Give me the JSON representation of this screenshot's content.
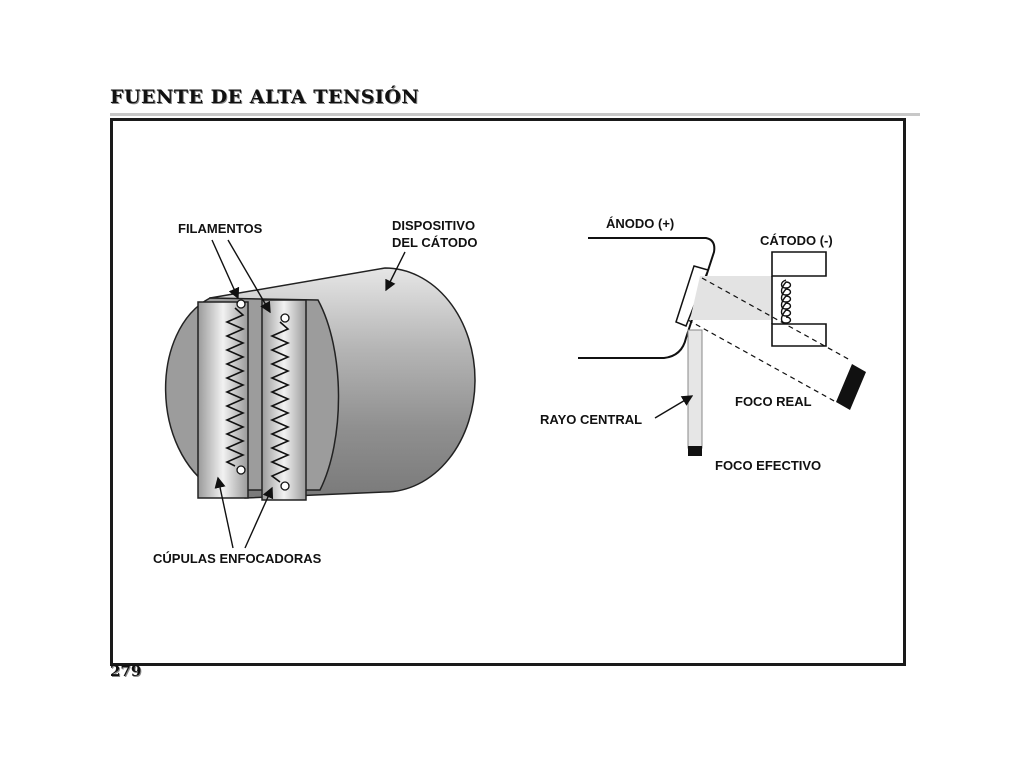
{
  "header": {
    "title": "FUENTE DE ALTA TENSIÓN"
  },
  "footer": {
    "page_number": "279"
  },
  "left_diagram": {
    "label_filamentos": "FILAMENTOS",
    "label_dispositivo_1": "DISPOSITIVO",
    "label_dispositivo_2": "DEL CÁTODO",
    "label_cupulas": "CÚPULAS ENFOCADORAS"
  },
  "right_diagram": {
    "label_anodo": "ÁNODO (+)",
    "label_catodo": "CÁTODO  (-)",
    "label_foco_real": "FOCO REAL",
    "label_rayo_central": "RAYO CENTRAL",
    "label_foco_efectivo": "FOCO EFECTIVO"
  }
}
